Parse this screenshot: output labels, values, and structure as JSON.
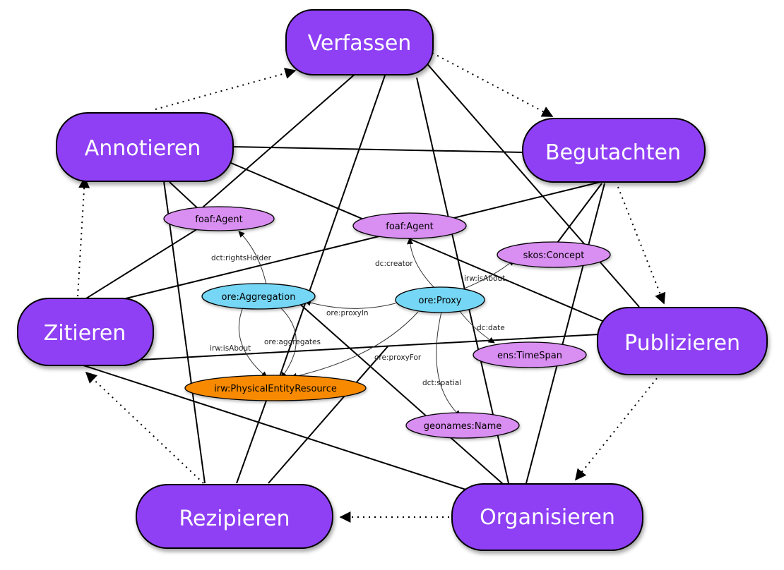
{
  "colors": {
    "activity_fill": "#8f3ff5",
    "concept_fill": "#d98ef2",
    "core_fill": "#75d6f5",
    "physical_fill": "#f78a00",
    "line": "#000000"
  },
  "activities": {
    "verfassen": "Verfassen",
    "begutachten": "Begutachten",
    "publizieren": "Publizieren",
    "organisieren": "Organisieren",
    "rezipieren": "Rezipieren",
    "zitieren": "Zitieren",
    "annotieren": "Annotieren"
  },
  "entities": {
    "foaf_agent_left": "foaf:Agent",
    "foaf_agent_center": "foaf:Agent",
    "skos_concept": "skos:Concept",
    "ore_aggregation": "ore:Aggregation",
    "ore_proxy": "ore:Proxy",
    "ens_timespan": "ens:TimeSpan",
    "irw_physical": "irw:PhysicalEntityResource",
    "geonames_name": "geonames:Name"
  },
  "relations": {
    "rights_holder": "dct:rightsHolder",
    "creator": "dc:creator",
    "is_about_proxy": "irw:isAbout",
    "proxy_in": "ore:proxyIn",
    "date": "dc:date",
    "is_about_aggregation": "irw:isAbout",
    "aggregates": "ore:aggregates",
    "proxy_for": "ore:proxyFor",
    "spatial": "dct:spatial"
  }
}
